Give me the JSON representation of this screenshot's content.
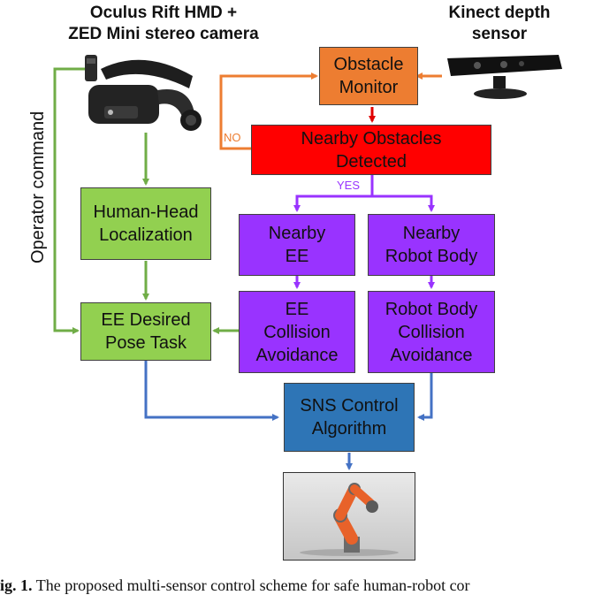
{
  "headers": {
    "hmd": "Oculus Rift HMD +\nZED Mini stereo camera",
    "kinect": "Kinect depth\nsensor"
  },
  "boxes": {
    "obstacle_monitor": "Obstacle\nMonitor",
    "nearby_obstacles": "Nearby Obstacles\nDetected",
    "human_head": "Human-Head\nLocalization",
    "nearby_ee": "Nearby\nEE",
    "nearby_robot_body": "Nearby\nRobot Body",
    "ee_desired_pose": "EE Desired\nPose Task",
    "ee_collision": "EE\nCollision\nAvoidance",
    "robot_body_collision": "Robot Body\nCollision\nAvoidance",
    "sns_control": "SNS Control\nAlgorithm"
  },
  "labels": {
    "no": "NO",
    "yes": "YES",
    "operator_command": "Operator command"
  },
  "caption": {
    "fig": "ig. 1.",
    "text": "The proposed multi-sensor control scheme for safe human-robot cor"
  },
  "colors": {
    "green": "#92d050",
    "orange": "#ed7d31",
    "red": "#ff0000",
    "purple": "#9933ff",
    "blue": "#2e75b6",
    "green_wire": "#70ad47",
    "orange_wire": "#ed7d31",
    "red_wire": "#e00000",
    "purple_wire": "#9933ff",
    "blue_wire": "#4472c4"
  }
}
